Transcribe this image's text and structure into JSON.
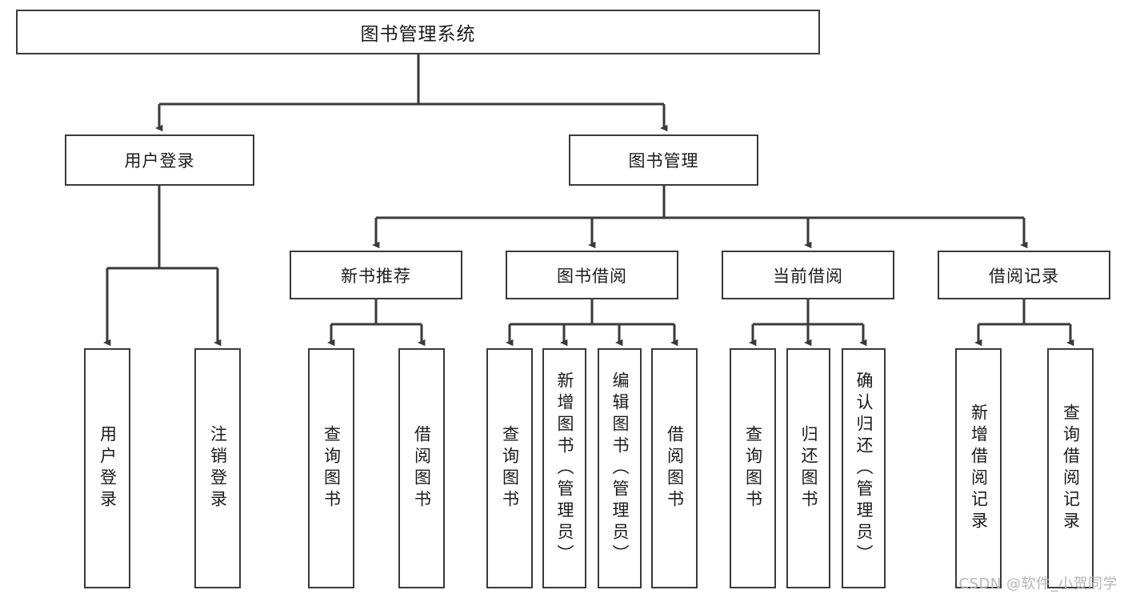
{
  "diagram": {
    "title": "图书管理系统",
    "type": "tree-hierarchy",
    "watermark": "CSDN @软件_小贺同学",
    "colors": {
      "box_border": "#3a3a3a",
      "box_fill": "#ffffff",
      "edge": "#3a3a3a",
      "text": "#1b1b1b",
      "watermark": "#b6b6b6"
    },
    "root": {
      "label": "图书管理系统"
    },
    "level2": [
      {
        "label": "用户登录"
      },
      {
        "label": "图书管理"
      }
    ],
    "level3": [
      {
        "label": "新书推荐"
      },
      {
        "label": "图书借阅"
      },
      {
        "label": "当前借阅"
      },
      {
        "label": "借阅记录"
      }
    ],
    "leaves": {
      "user_login": [
        {
          "label": "用户登录"
        },
        {
          "label": "注销登录"
        }
      ],
      "new_book_recommend": [
        {
          "label": "查询图书"
        },
        {
          "label": "借阅图书"
        }
      ],
      "book_borrow": [
        {
          "label": "查询图书"
        },
        {
          "label": "新增图书（管理员）"
        },
        {
          "label": "编辑图书（管理员）"
        },
        {
          "label": "借阅图书"
        }
      ],
      "current_borrow": [
        {
          "label": "查询图书"
        },
        {
          "label": "归还图书"
        },
        {
          "label": "确认归还（管理员）"
        }
      ],
      "borrow_record": [
        {
          "label": "新增借阅记录"
        },
        {
          "label": "查询借阅记录"
        }
      ]
    }
  }
}
